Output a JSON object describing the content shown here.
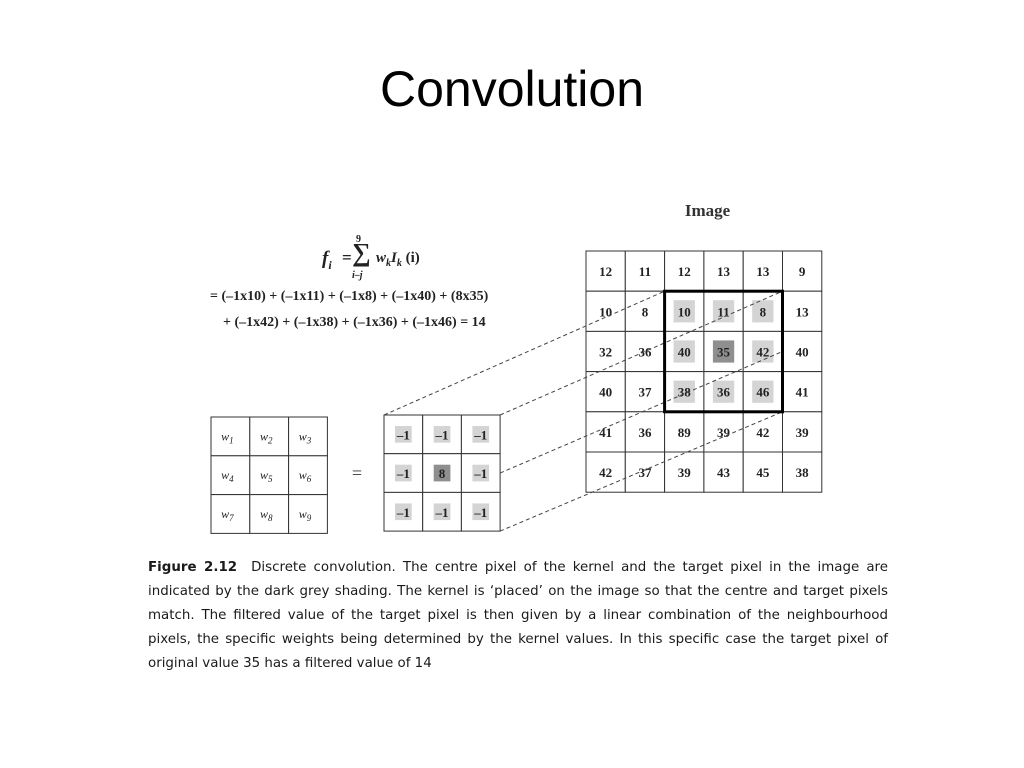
{
  "slide": {
    "title": "Convolution"
  },
  "image_label": "Image",
  "formula": {
    "lhs": "f",
    "lhs_sub": "i",
    "equals": "=",
    "sigma": "∑",
    "sum_upper": "9",
    "sum_lower": "i–j",
    "term_w": "w",
    "term_w_sub": "k",
    "term_i": "I",
    "term_i_sub": "k",
    "term_arg": " (i)",
    "line1": "= (–1x10) + (–1x11) + (–1x8) + (–1x40) + (8x35)",
    "line2": "+ (–1x42) + (–1x38) + (–1x36) + (–1x46) = 14"
  },
  "weights": [
    [
      "1",
      "2",
      "3"
    ],
    [
      "4",
      "5",
      "6"
    ],
    [
      "7",
      "8",
      "9"
    ]
  ],
  "weight_symbol": "w",
  "operator_equals": "=",
  "kernel": [
    [
      "–1",
      "–1",
      "–1"
    ],
    [
      "–1",
      "8",
      "–1"
    ],
    [
      "–1",
      "–1",
      "–1"
    ]
  ],
  "image_grid": [
    [
      "12",
      "11",
      "12",
      "13",
      "13",
      "9"
    ],
    [
      "10",
      "8",
      "10",
      "11",
      "8",
      "13"
    ],
    [
      "32",
      "36",
      "40",
      "35",
      "42",
      "40"
    ],
    [
      "40",
      "37",
      "38",
      "36",
      "46",
      "41"
    ],
    [
      "41",
      "36",
      "89",
      "39",
      "42",
      "39"
    ],
    [
      "42",
      "37",
      "39",
      "43",
      "45",
      "38"
    ]
  ],
  "highlight": {
    "row_start": 1,
    "col_start": 2,
    "size": 3,
    "target_row": 2,
    "target_col": 3
  },
  "colors": {
    "light_shade": "#d4d4d4",
    "dark_shade": "#8f8f8f",
    "grid_line": "#333333"
  },
  "caption": {
    "label": "Figure 2.12",
    "text": "Discrete convolution. The centre pixel of the kernel and the target pixel in the image are indicated by the dark grey shading. The kernel is ‘placed’ on the image so that the centre and target pixels match. The filtered value of the target pixel is then given by a linear combination of the neighbourhood pixels, the specific weights being determined by the kernel values. In this specific case the target pixel of original value 35 has a filtered value of 14"
  }
}
